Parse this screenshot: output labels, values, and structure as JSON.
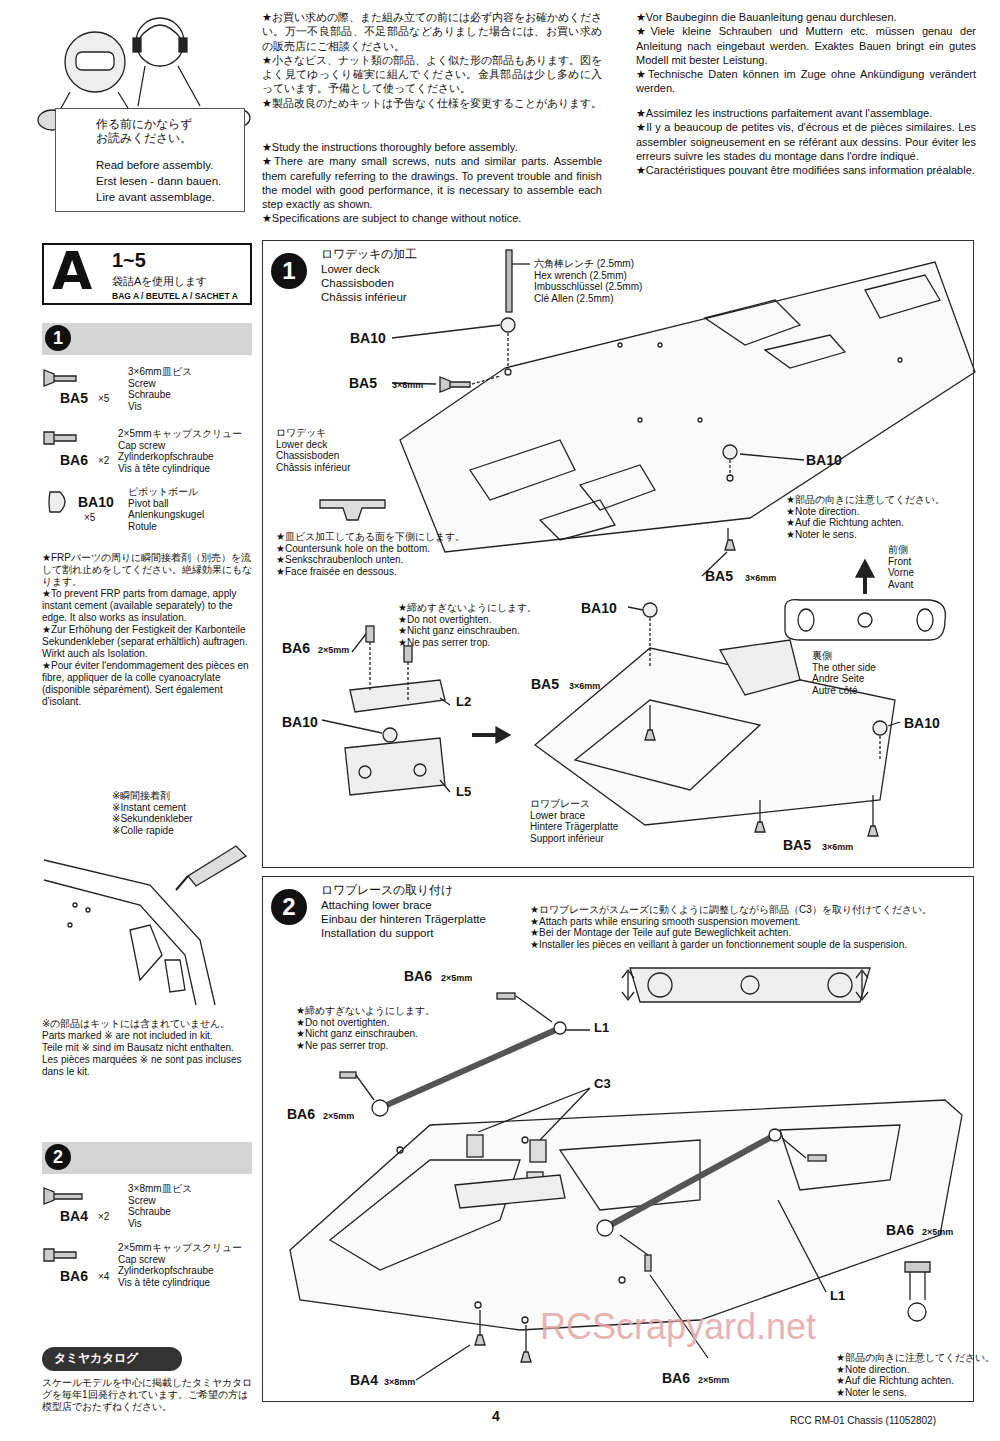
{
  "diagram": {
    "nodes": [
      {
        "text": [
          "作る前にかならず お読みください。",
          "Read before assembly.",
          "Erst lesen - dann bauen.",
          "Lire avant assemblage."
        ]
      },
      {
        "text": [
          "A",
          "1~5",
          "袋詰Aを使用します",
          "BAG A / BEUTEL A / SACHET A"
        ]
      },
      {
        "text": [
          "1",
          "ロワデッキの加工",
          "Lower deck",
          "Chassisboden",
          "Châssis inférieur"
        ]
      },
      {
        "text": [
          "2",
          "ロワブレースの取り付け",
          "Attaching lower brace",
          "Einbau der hinteren Trägerplatte",
          "Installation du support"
        ]
      },
      {
        "text": [
          "1"
        ]
      },
      {
        "text": [
          "2"
        ]
      },
      {
        "text": [
          "タミヤカタログ"
        ]
      }
    ],
    "labels": [
      "★お買い求めの際、また組み立ての前には必ず内容をお確かめください。万一不良部品、不足部品などありました場合には、お買い求めの販売店にご相談ください。",
      "★小さなビス、ナット類の部品、よく似た形の部品もあります。図をよく見てゆっくり確実に組んでください。金具部品は少し多めに入っています。予備として使ってください。",
      "★製品改良のためキットは予告なく仕様を変更することがあります。",
      "★Study the instructions thoroughly before assembly.",
      "★There are many small screws, nuts and similar parts. Assemble them carefully referring to the drawings. To prevent trouble and finish the model with good performance, it is necessary to assemble each step exactly as shown.",
      "★Specifications are subject to change without notice.",
      "★Vor Baubeginn die Bauanleitung genau durchlesen.",
      "★Viele kleine Schrauben und Muttern etc. müssen genau der Anleitung nach eingebaut werden. Exaktes Bauen bringt ein gutes Modell mit bester Leistung.",
      "★Technische Daten können im Zuge ohne Ankündigung verändert werden.",
      "★Assimilez les instructions parfaitement avant l'assemblage.",
      "★Il y a beaucoup de petites vis, d'écrous et de pièces similaires. Les assembler soigneusement en se référant aux dessins. Pour éviter les erreurs suivre les stades du montage dans l'ordre indiqué.",
      "★Caractéristiques pouvant être modifiées sans information préalable.",
      "3×6mm皿ビス",
      "Screw",
      "Schraube",
      "Vis",
      "BA5",
      "×5",
      "2×5mmキャップスクリュー",
      "Cap screw",
      "Zylinderkopfschraube",
      "Vis à tête cylindrique",
      "BA6",
      "×2",
      "ピボットボール",
      "Pivot ball",
      "Anlenkungskugel",
      "Rotule",
      "BA10",
      "×5",
      "★FRPパーツの周りに瞬間接着剤（別売）を流して割れ止めをしてください。絶縁効果にもなります。",
      "★To prevent FRP parts from damage, apply instant cement (available separately) to the edge. It also works as insulation.",
      "★Zur Erhöhung der Festigkeit der Karbonteile Sekundenkleber (separat erhältlich) auftragen. Wirkt auch als Isolation.",
      "★Pour éviter l'endommagement des pièces en fibre, appliquer de la colle cyanoacrylate (disponible séparément). Sert également d'isolant.",
      "※瞬間接着剤",
      "※Instant cement",
      "※Sekundenkleber",
      "※Colle rapide",
      "※の部品はキットには含まれていません。",
      "Parts marked ※ are not included in kit.",
      "Teile mit ※ sind im Bausatz nicht enthalten.",
      "Les pièces marquées ※ ne sont pas incluses dans le kit.",
      "3×8mm皿ビス",
      "Screw",
      "Schraube",
      "Vis",
      "BA4",
      "×2",
      "2×5mmキャップスクリュー",
      "Cap screw",
      "Zylinderkopfschraube",
      "Vis à tête cylindrique",
      "BA6",
      "×4",
      "スケールモデルを中心に掲載したタミヤカタログを毎年1回発行されています。ご希望の方は模型店でおたずねください。",
      "六角棒レンチ (2.5mm)",
      "Hex wrench (2.5mm)",
      "Imbusschlüssel (2.5mm)",
      "Clé Allen (2.5mm)",
      "BA10",
      "BA5",
      "3×6mm",
      "ロワデッキ",
      "Lower deck",
      "Chassisboden",
      "Châssis inférieur",
      "★皿ビス加工してある面を下側にします。",
      "★Countersunk hole on the bottom.",
      "★Senkschraubenloch unten.",
      "★Face fraisée en dessous.",
      "BA10",
      "★部品の向きに注意してください。",
      "★Note direction.",
      "★Auf die Richtung achten.",
      "★Noter le sens.",
      "BA5",
      "3×6mm",
      "前側",
      "Front",
      "Vorne",
      "Avant",
      "BA10",
      "裏側",
      "The other side",
      "Andre Seite",
      "Autre côté",
      "★締めすぎないようにします。",
      "★Do not overtighten.",
      "★Nicht ganz einschrauben.",
      "★Ne pas serrer trop.",
      "BA6",
      "2×5mm",
      "L2",
      "BA10",
      "L5",
      "BA5",
      "3×6mm",
      "BA10",
      "ロワブレース",
      "Lower brace",
      "Hintere Trägerplatte",
      "Support inférieur",
      "BA5",
      "3×6mm",
      "★ロワブレースがスムーズに動くように調整しながら部品（C3）を取り付けてください。",
      "★Attach parts while ensuring smooth suspension movement.",
      "★Bei der Montage der Teile auf gute Beweglichkeit achten.",
      "★Installer les pièces en veillant à garder un fonctionnement souple de la suspension.",
      "BA6",
      "2×5mm",
      "★締めすぎないようにします。",
      "★Do not overtighten.",
      "★Nicht ganz einschrauben.",
      "★Ne pas serrer trop.",
      "L1",
      "C3",
      "BA6",
      "2×5mm",
      "BA6",
      "2×5mm",
      "L1",
      "BA6",
      "2×5mm",
      "★部品の向きに注意してください。",
      "★Note direction.",
      "★Auf die Richtung achten.",
      "★Noter le sens.",
      "BA4",
      "3×8mm",
      "4",
      "RCC RM-01 Chassis (11052802)",
      "RCScrapyard.net"
    ]
  }
}
